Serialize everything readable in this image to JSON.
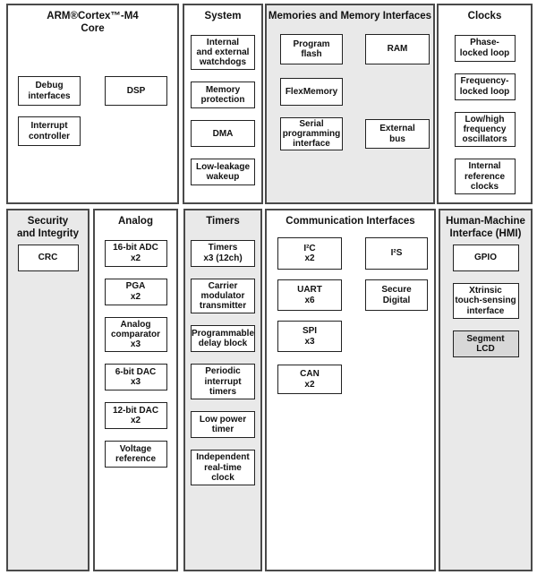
{
  "colors": {
    "section_gray": "#e9e9e9",
    "box_fill": "#ffffff",
    "segment_lcd_fill": "#d8d8d8",
    "section_border": "#4a4a4a",
    "box_border": "#222222"
  },
  "sections": {
    "core": {
      "title": "ARM®Cortex™-M4\nCore",
      "boxes": {
        "debug": "Debug\ninterfaces",
        "dsp": "DSP",
        "interrupt": "Interrupt\ncontroller"
      }
    },
    "system": {
      "title": "System",
      "boxes": [
        "Internal\nand external\nwatchdogs",
        "Memory\nprotection",
        "DMA",
        "Low-leakage\nwakeup"
      ]
    },
    "memories": {
      "title": "Memories and Memory Interfaces",
      "boxes": {
        "program_flash": "Program\nflash",
        "ram": "RAM",
        "flexmemory": "FlexMemory",
        "serial_programming": "Serial\nprogramming\ninterface",
        "external_bus": "External\nbus"
      }
    },
    "clocks": {
      "title": "Clocks",
      "boxes": [
        "Phase-\nlocked loop",
        "Frequency-\nlocked loop",
        "Low/high\nfrequency\noscillators",
        "Internal\nreference\nclocks"
      ]
    },
    "security": {
      "title": "Security\nand Integrity",
      "boxes": [
        "CRC"
      ]
    },
    "analog": {
      "title": "Analog",
      "boxes": [
        "16-bit ADC\nx2",
        "PGA\nx2",
        "Analog\ncomparator\nx3",
        "6-bit DAC\nx3",
        "12-bit DAC\nx2",
        "Voltage\nreference"
      ]
    },
    "timers": {
      "title": "Timers",
      "boxes": [
        "Timers\nx3 (12ch)",
        "Carrier\nmodulator\ntransmitter",
        "Programmable\ndelay block",
        "Periodic\ninterrupt\ntimers",
        "Low power\ntimer",
        "Independent\nreal-time\nclock"
      ]
    },
    "comm": {
      "title": "Communication Interfaces",
      "boxes": {
        "i2c": "I²C\nx2",
        "i2s": "I²S",
        "uart": "UART\nx6",
        "secure_digital": "Secure\nDigital",
        "spi": "SPI\nx3",
        "can": "CAN\nx2"
      }
    },
    "hmi": {
      "title": "Human-Machine\nInterface (HMI)",
      "boxes": [
        "GPIO",
        "Xtrinsic\ntouch-sensing\ninterface",
        "Segment\nLCD"
      ]
    }
  }
}
